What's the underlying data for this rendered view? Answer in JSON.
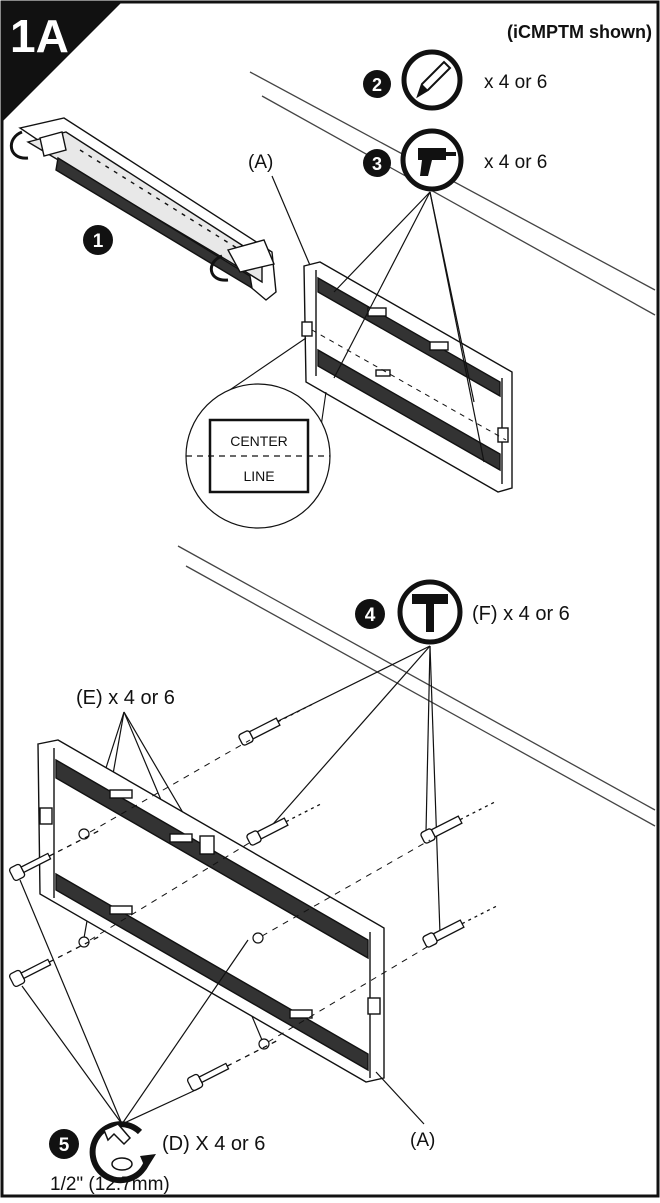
{
  "step": {
    "number": "1A",
    "note": "(iCMPTM shown)"
  },
  "callouts": {
    "step1": "1",
    "step2": "2",
    "step3": "3",
    "step4": "4",
    "step5": "5"
  },
  "labels": {
    "pencil_qty": "x 4 or 6",
    "drill_qty": "x 4 or 6",
    "part_a_top": "(A)",
    "center": "CENTER",
    "line": "LINE",
    "hammer_qty": "(F) x 4 or 6",
    "washers": "(E) x 4 or 6",
    "screws": "(D) X  4 or 6",
    "part_a_bottom": "(A)",
    "socket_size": "1/2\" (12.7mm)"
  },
  "icons": {
    "pencil": "pencil-icon",
    "drill": "drill-icon",
    "hammer": "hammer-icon",
    "wrench": "socket-wrench-icon"
  }
}
